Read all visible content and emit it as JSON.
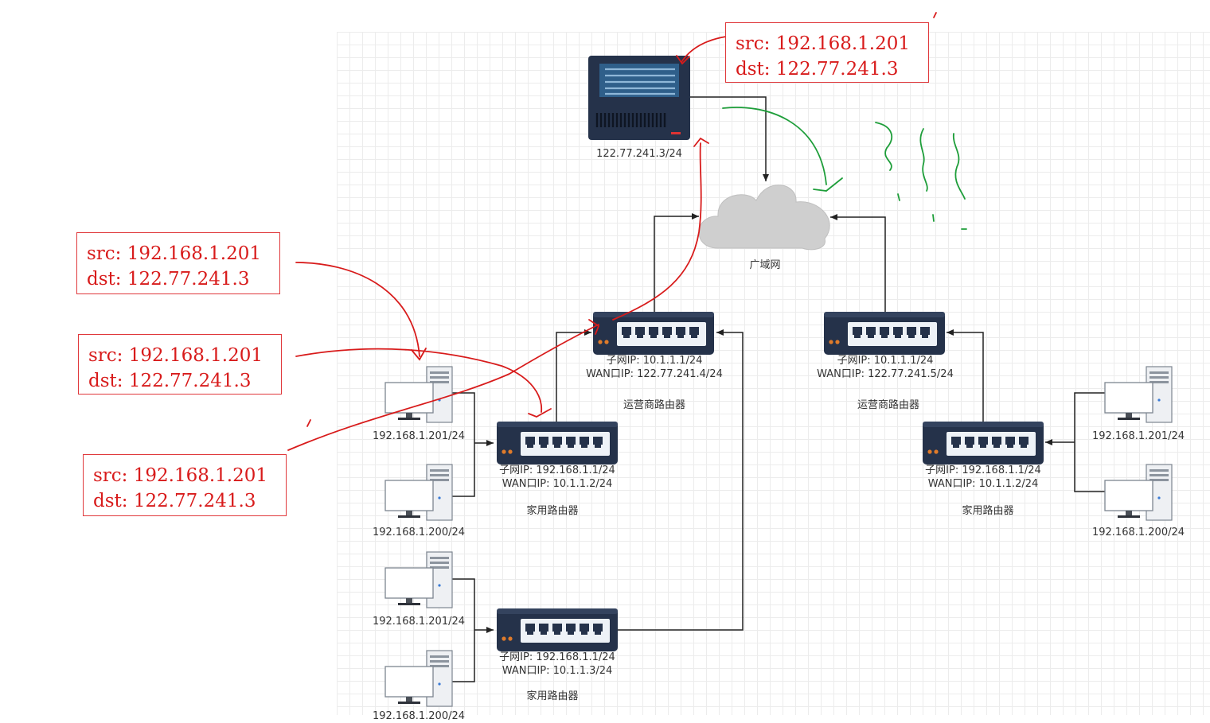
{
  "cloud": {
    "label": "广域网"
  },
  "server": {
    "ip": "122.77.241.3/24"
  },
  "isp_left": {
    "subnet": "子网IP:  10.1.1.1/24",
    "wan": "WAN口IP:  122.77.241.4/24",
    "name": "运营商路由器"
  },
  "isp_right": {
    "subnet": "子网IP:  10.1.1.1/24",
    "wan": "WAN口IP:  122.77.241.5/24",
    "name": "运营商路由器"
  },
  "home_a": {
    "subnet": "子网IP:  192.168.1.1/24",
    "wan": "WAN口IP:  10.1.1.2/24",
    "name": "家用路由器"
  },
  "home_b": {
    "subnet": "子网IP:  192.168.1.1/24",
    "wan": "WAN口IP:  10.1.1.3/24",
    "name": "家用路由器"
  },
  "home_r": {
    "subnet": "子网IP:  192.168.1.1/24",
    "wan": "WAN口IP:  10.1.1.2/24",
    "name": "家用路由器"
  },
  "pcs": {
    "a1": "192.168.1.201/24",
    "a2": "192.168.1.200/24",
    "b1": "192.168.1.201/24",
    "b2": "192.168.1.200/24",
    "r1": "192.168.1.201/24",
    "r2": "192.168.1.200/24"
  },
  "annotations": [
    {
      "src": "src:  192.168.1.201",
      "dst": "dst:  122.77.241.3"
    },
    {
      "src": "src:  192.168.1.201",
      "dst": "dst:  122.77.241.3"
    },
    {
      "src": "src:  192.168.1.201",
      "dst": "dst:  122.77.241.3"
    },
    {
      "src": "src:  192.168.1.201",
      "dst": "dst:  122.77.241.3"
    }
  ],
  "colors": {
    "annotation_red": "#d81b1b",
    "handwriting_green": "#1e9e3a",
    "device_dark": "#25324a",
    "port_blue": "#4a7fb5",
    "cloud_gray": "#cfcfcf"
  }
}
